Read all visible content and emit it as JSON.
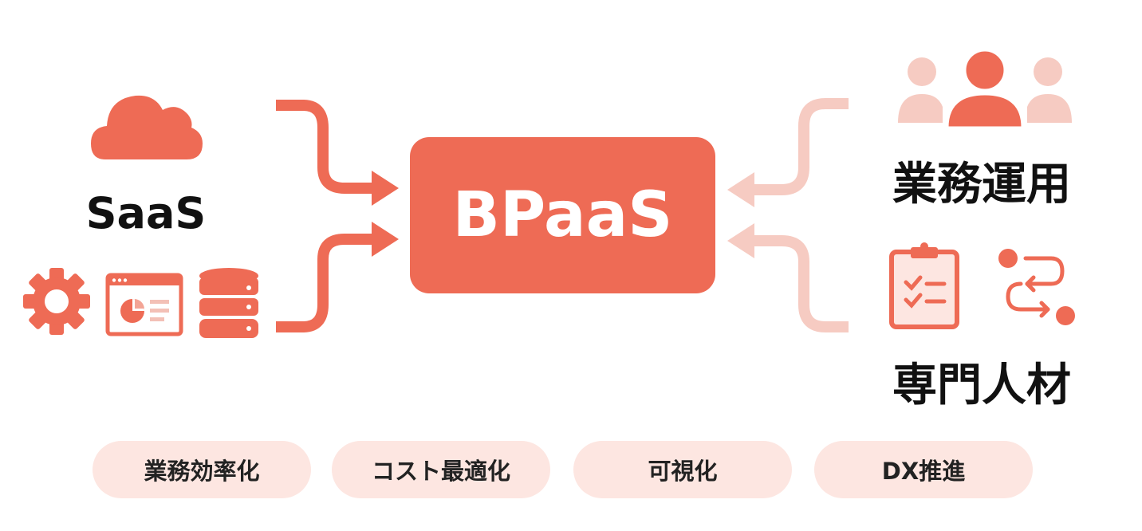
{
  "center": {
    "label": "BPaaS"
  },
  "left": {
    "title": "SaaS",
    "icons": [
      "cloud-icon",
      "gear-icon",
      "dashboard-window-icon",
      "database-icon"
    ]
  },
  "right": {
    "top_label": "業務運用",
    "bottom_label": "専門人材",
    "icons": [
      "people-icon",
      "clipboard-checklist-icon",
      "workflow-icon"
    ]
  },
  "benefits": [
    "業務効率化",
    "コスト最適化",
    "可視化",
    "DX推進"
  ],
  "colors": {
    "accent": "#ee6b55",
    "accent_light": "#f6cbc2",
    "pill": "#fde6e1",
    "text": "#111111"
  }
}
